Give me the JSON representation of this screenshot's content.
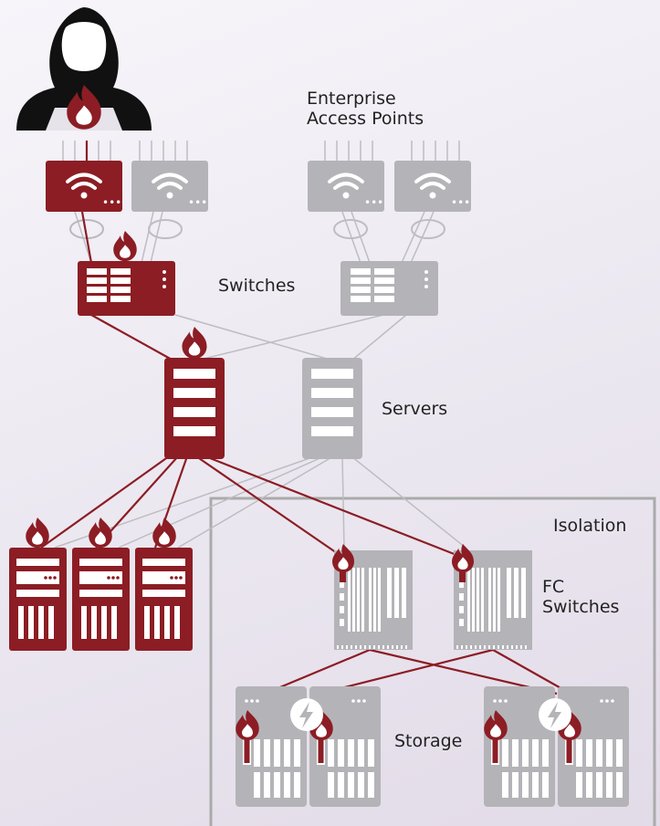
{
  "labels": {
    "access_points": "Enterprise\nAccess Points",
    "switches": "Switches",
    "servers": "Servers",
    "isolation": "Isolation",
    "fc_switches": "FC\nSwitches",
    "storage": "Storage"
  },
  "colors": {
    "infected": "#8c1d24",
    "infected_dark": "#6e141a",
    "healthy": "#b4b4b8",
    "healthy_line": "#bdbdc2",
    "attacker": "#111111",
    "isolation_border": "#aaaaaa"
  },
  "icons": [
    "hacker-icon",
    "fire-icon",
    "wifi-icon",
    "switch-icon",
    "server-icon",
    "fc-switch-icon",
    "storage-icon",
    "lightning-icon"
  ]
}
